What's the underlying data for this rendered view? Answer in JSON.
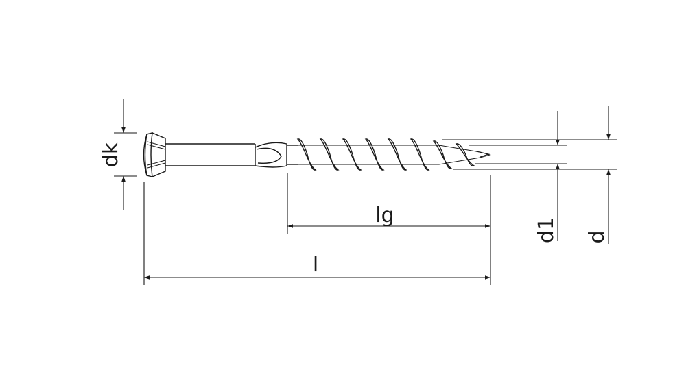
{
  "diagram": {
    "subject": "screw",
    "labels": {
      "dk": "dk",
      "lg": "lg",
      "l": "l",
      "d1": "d1",
      "d": "d"
    },
    "line_color": "#1a1a1a",
    "background": "#ffffff"
  }
}
